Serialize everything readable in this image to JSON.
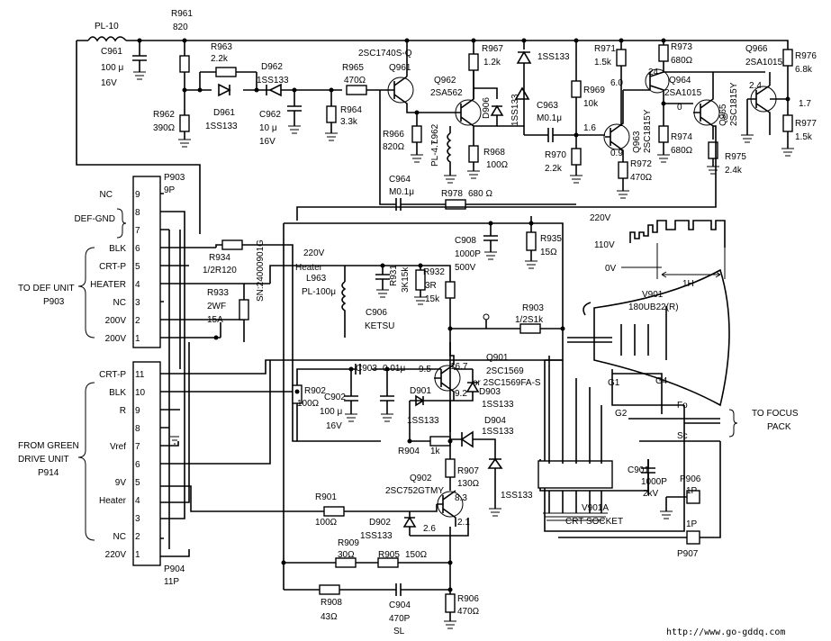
{
  "top": {
    "pl10": "PL-10",
    "r961": "R961",
    "r961_val": "820",
    "c961": "C961",
    "c961_v1": "100 μ",
    "c961_v2": "16V",
    "r962": "R962",
    "r962_val": "390Ω",
    "r963": "R963",
    "r963_val": "2.2k",
    "d961": "D961",
    "d961_val": "1SS133",
    "d962": "D962",
    "d962_val": "1SS133",
    "c962": "C962",
    "c962_v1": "10 μ",
    "c962_v2": "16V",
    "r965": "R965",
    "r965_val": "470Ω",
    "r964": "R964",
    "r964_val": "3.3k",
    "q961": "Q961",
    "q961_type": "2SC1740S-Q",
    "r966": "R966",
    "r966_val": "820Ω",
    "l962": "L962",
    "l962_val": "PL-4.7",
    "q962": "Q962",
    "q962_type": "2SA562",
    "r967": "R967",
    "r967_val": "1.2k",
    "d906": "D906",
    "d_1ss133_a": "1SS133",
    "d_1ss133_b": "1SS133",
    "r968": "R968",
    "r968_val": "100Ω",
    "c964": "C964",
    "c964_val": "M0.1μ",
    "r978": "R978",
    "r978_val": "680 Ω",
    "c963": "C963",
    "c963_val": "M0.1μ",
    "r969": "R969",
    "r969_val": "10k",
    "r970": "R970",
    "r970_val": "2.2k",
    "r971": "R971",
    "r971_val": "1.5k",
    "q963": "Q963",
    "q963_type": "2SC1815Y",
    "r972": "R972",
    "r972_val": "470Ω",
    "r973": "R973",
    "r973_val": "680Ω",
    "q964": "Q964",
    "q964_type": "2SA1015",
    "r974": "R974",
    "r974_val": "680Ω",
    "q965": "Q965",
    "q965_type": "2SC1815Y",
    "r975": "R975",
    "r975_val": "2.4k",
    "q966": "Q966",
    "q966_type": "2SA1015",
    "r976": "R976",
    "r976_val": "6.8k",
    "r977": "R977",
    "r977_val": "1.5k",
    "v_16": "1.6",
    "v_09": "0.9",
    "v_60": "6.0",
    "v_24a": "24",
    "v_0a": "0",
    "v_0b": "0",
    "v_24b": "2.4",
    "v_17": "1.7"
  },
  "p903": {
    "name": "P903",
    "type": "9P",
    "side_label": "TO DEF UNIT",
    "side_label2": "P903",
    "pins": [
      {
        "num": "9",
        "label": "NC"
      },
      {
        "num": "8",
        "label": ""
      },
      {
        "num": "7",
        "label": "DEF-GND"
      },
      {
        "num": "6",
        "label": "BLK"
      },
      {
        "num": "5",
        "label": "CRT-P"
      },
      {
        "num": "4",
        "label": "HEATER"
      },
      {
        "num": "3",
        "label": "NC"
      },
      {
        "num": "2",
        "label": "200V"
      },
      {
        "num": "1",
        "label": "200V"
      }
    ]
  },
  "p904": {
    "name": "P904",
    "type": "11P",
    "side_label": "FROM GREEN",
    "side_label2": "DRIVE UNIT",
    "side_label3": "P914",
    "pins": [
      {
        "num": "11",
        "label": "CRT-P"
      },
      {
        "num": "10",
        "label": "BLK"
      },
      {
        "num": "9",
        "label": "R"
      },
      {
        "num": "8",
        "label": ""
      },
      {
        "num": "7",
        "label": "Vref"
      },
      {
        "num": "6",
        "label": ""
      },
      {
        "num": "5",
        "label": "9V"
      },
      {
        "num": "4",
        "label": "Heater"
      },
      {
        "num": "3",
        "label": ""
      },
      {
        "num": "2",
        "label": "NC"
      },
      {
        "num": "1",
        "label": "220V"
      }
    ]
  },
  "mid": {
    "r934": "R934",
    "r934_val": "1/2R120",
    "r933": "R933",
    "r933_v1": "2WF",
    "r933_v2": "15A",
    "sn": "SN:24000901G",
    "heater": "Heater",
    "v220": "220V",
    "l963": "L963",
    "l963_val": "PL-100μ",
    "c906": "C906",
    "c906_val": "KETSU",
    "r931": "R931",
    "r931_val": "3K15k",
    "r932": "R932",
    "r932_v1": "3R",
    "r932_v2": "15k",
    "c908": "C908",
    "c908_v1": "1000P",
    "c908_v2": "500V",
    "r935": "R935",
    "r935_val": "15Ω",
    "r903": "R903",
    "r903_val": "1/2S1k",
    "c903": "C903",
    "c903_val": "0.01μ",
    "r902": "R902",
    "r902_val": "100Ω",
    "c902": "C902",
    "c902_v1": "100 μ",
    "c902_v2": "16V",
    "q901": "Q901",
    "q901_type": "2SC1569",
    "q901_alt": "or 2SC1569FA-S",
    "d901": "D901",
    "d901_val": "1SS133",
    "d903": "D903",
    "d903_val": "1SS133",
    "d904": "D904",
    "d904_val": "1SS133",
    "r904": "R904",
    "r904_val": "1k",
    "r907": "R907",
    "r907_val": "130Ω",
    "d_1ss133_c": "1SS133",
    "q902": "Q902",
    "q902_type": "2SC752GTMY",
    "r901": "R901",
    "r901_val": "100Ω",
    "d902": "D902",
    "d902_val": "1SS133",
    "r909": "R909",
    "r909_val": "30Ω",
    "r905": "R905",
    "r905_val": "150Ω",
    "r908": "R908",
    "r908_val": "43Ω",
    "c904": "C904",
    "c904_v1": "470P",
    "c904_v2": "SL",
    "r906": "R906",
    "r906_val": "470Ω",
    "v_95": "9.5",
    "v_167": "16.7",
    "v_92": "9.2",
    "v_83": "8.3",
    "v_26": "2.6",
    "v_21": "2.1"
  },
  "crt": {
    "wave_220": "220V",
    "wave_110": "110V",
    "wave_0": "0V",
    "wave_1h": "1H",
    "v901": "V901",
    "v901_type": "180UB22(R)",
    "g1": "G1",
    "g4": "G4",
    "g2": "G2",
    "fo": "Fo",
    "sc": "Sc",
    "focus1": "TO FOCUS",
    "focus2": "PACK",
    "c901": "C901",
    "c901_v1": "1000P",
    "c901_v2": "2kV",
    "p906": "P906",
    "p907": "P907",
    "p_1p_a": "1P",
    "p_1p_b": "1P",
    "v901a": "V901A",
    "socket": "CRT SOCKET"
  },
  "watermark": "http://www.go-gddq.com"
}
